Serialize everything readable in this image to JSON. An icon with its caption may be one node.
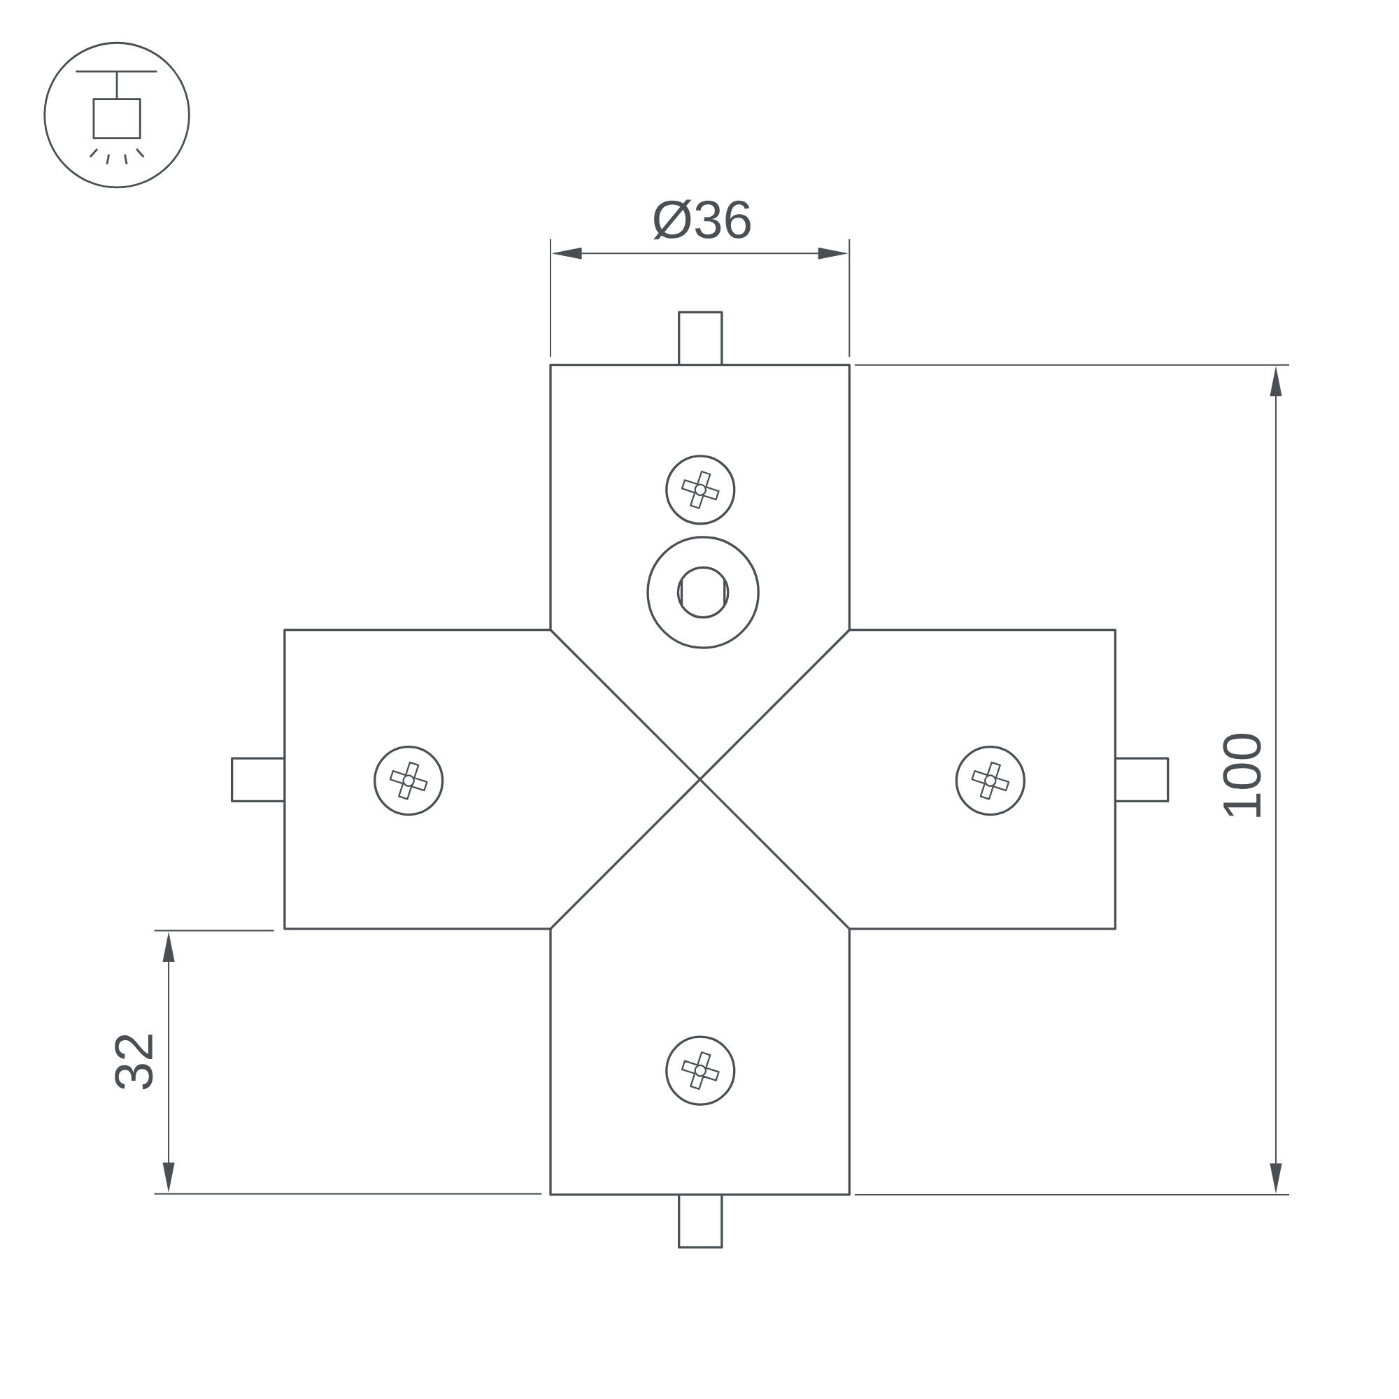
{
  "diagram": {
    "labels": [
      "Ø36",
      "100",
      "32"
    ]
  }
}
